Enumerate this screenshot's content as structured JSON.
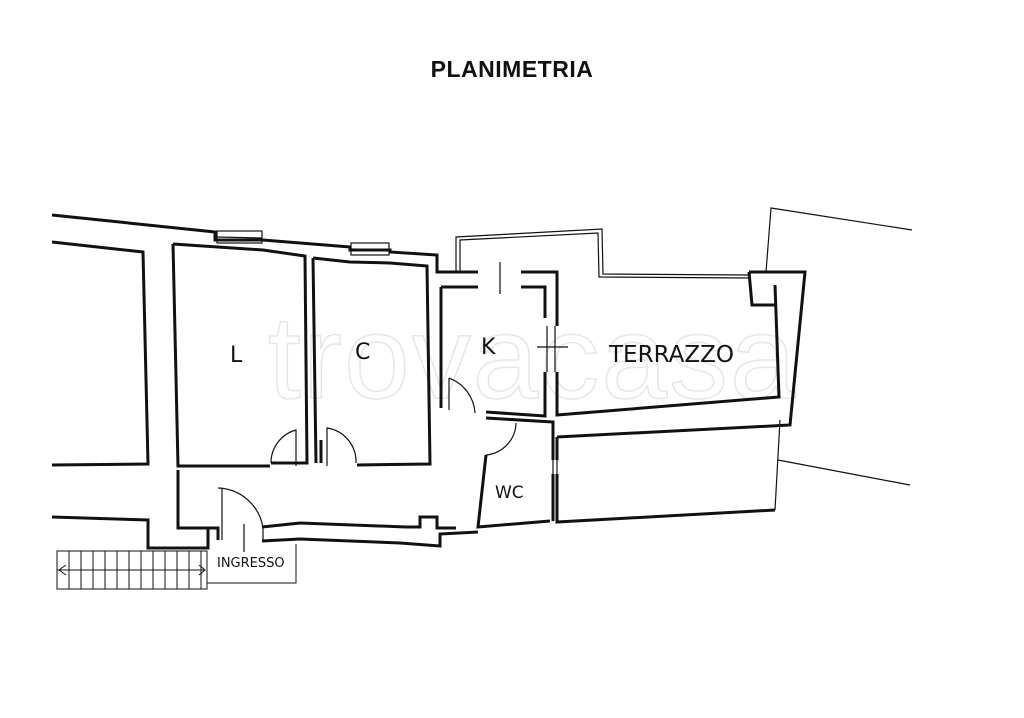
{
  "title": "PLANIMETRIA",
  "watermark": "trovacasa",
  "rooms": [
    {
      "id": "L",
      "label": "L"
    },
    {
      "id": "C",
      "label": "C"
    },
    {
      "id": "K",
      "label": "K"
    },
    {
      "id": "terrazzo",
      "label": "TERRAZZO"
    },
    {
      "id": "wc",
      "label": "WC"
    },
    {
      "id": "ingresso",
      "label": "INGRESSO"
    }
  ],
  "colors": {
    "wall": "#111111",
    "background": "#ffffff",
    "watermark": "#e6e6e6"
  }
}
